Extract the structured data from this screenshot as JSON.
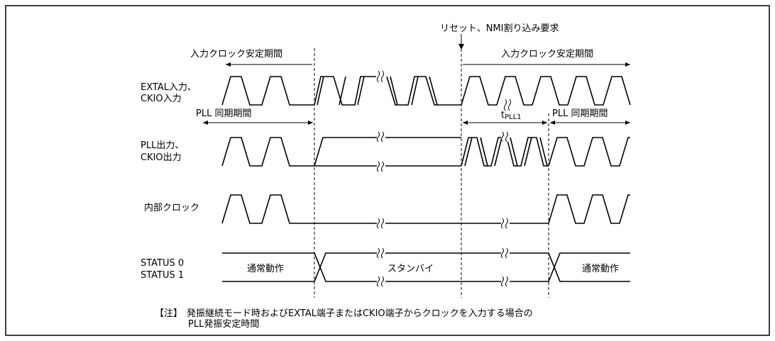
{
  "signals": {
    "extal_l1": "EXTAL入力、",
    "extal_l2": "CKIO入力",
    "pll_l1": "PLL出力、",
    "pll_l2": "CKIO出力",
    "internal": "内部クロック",
    "status_l1": "STATUS 0",
    "status_l2": "STATUS 1"
  },
  "annotations": {
    "reset_request": "リセット、NMI割り込み要求",
    "input_stable_left": "入力クロック安定期間",
    "input_stable_right": "入力クロック安定期間",
    "pll_sync_left": "PLL 同期期間",
    "pll_sync_right": "PLL 同期期間",
    "tpll_t": "t",
    "tpll_sub": "PLL1"
  },
  "status_values": {
    "normal_left": "通常動作",
    "standby": "スタンバイ",
    "normal_right": "通常動作"
  },
  "note": {
    "marker": "【注】",
    "line1": "発振継続モード時およびEXTAL端子またはCKIO端子からクロックを入力する場合の",
    "line2": "PLL発振安定時間"
  }
}
